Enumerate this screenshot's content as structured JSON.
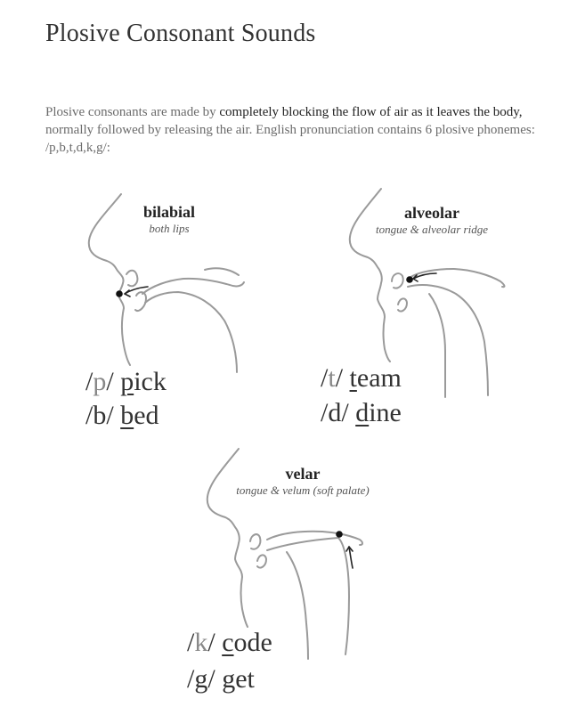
{
  "page": {
    "title": "Plosive Consonant Sounds",
    "intro": {
      "part1": "Plosive consonants are made by ",
      "bold": "completely blocking the flow of air as it leaves the body,",
      "part2": " normally followed by releasing the air. English pronunciation contains 6 plosive phonemes: /p,b,t,d,k,g/:"
    }
  },
  "diagrams": [
    {
      "name": "bilabial",
      "subtitle": "both lips",
      "sounds": [
        {
          "phoneme_open": "/",
          "phoneme": "p",
          "phoneme_close": "/",
          "word_first": "p",
          "word_rest": "ick"
        },
        {
          "phoneme_open": "/",
          "phoneme": "b",
          "phoneme_close": "/",
          "word_first": "b",
          "word_rest": "ed"
        }
      ]
    },
    {
      "name": "alveolar",
      "subtitle": "tongue & alveolar ridge",
      "sounds": [
        {
          "phoneme_open": "/",
          "phoneme": "t",
          "phoneme_close": "/",
          "word_first": "t",
          "word_rest": "eam"
        },
        {
          "phoneme_open": "/",
          "phoneme": "d",
          "phoneme_close": "/",
          "word_first": "d",
          "word_rest": "ine"
        }
      ]
    },
    {
      "name": "velar",
      "subtitle": "tongue & velum (soft palate)",
      "sounds": [
        {
          "phoneme_open": "/",
          "phoneme": "k",
          "phoneme_close": "/",
          "word_first": "c",
          "word_rest": "ode"
        },
        {
          "phoneme_open": "/",
          "phoneme": "g",
          "phoneme_close": "/",
          "word_first": "g",
          "word_rest": "et"
        }
      ]
    }
  ]
}
